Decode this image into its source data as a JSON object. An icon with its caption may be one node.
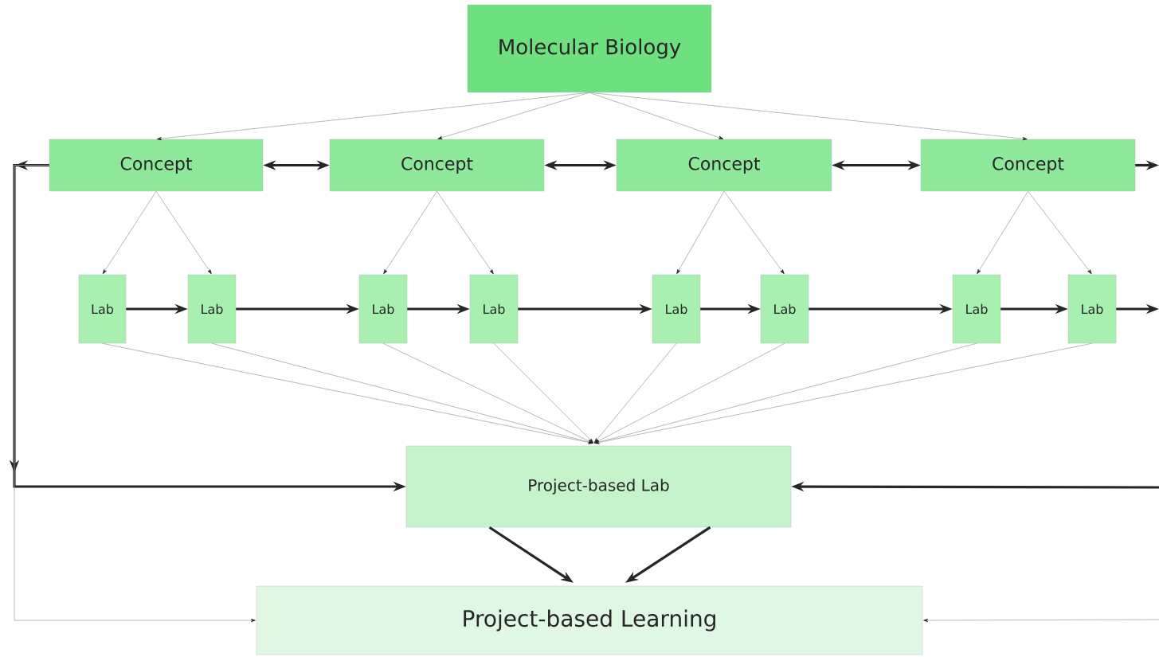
{
  "diagram": {
    "nodes": [
      {
        "text": [
          "Molecular Biology"
        ]
      },
      {
        "text": [
          "Concept"
        ]
      },
      {
        "text": [
          "Concept"
        ]
      },
      {
        "text": [
          "Concept"
        ]
      },
      {
        "text": [
          "Concept"
        ]
      },
      {
        "text": [
          "Lab"
        ]
      },
      {
        "text": [
          "Lab"
        ]
      },
      {
        "text": [
          "Lab"
        ]
      },
      {
        "text": [
          "Lab"
        ]
      },
      {
        "text": [
          "Lab"
        ]
      },
      {
        "text": [
          "Lab"
        ]
      },
      {
        "text": [
          "Lab"
        ]
      },
      {
        "text": [
          "Lab"
        ]
      },
      {
        "text": [
          "Project-based Lab"
        ]
      },
      {
        "text": [
          "Project-based Learning"
        ]
      }
    ],
    "edges": [
      {
        "from": 0,
        "to": 1,
        "arrow": "to"
      },
      {
        "from": 0,
        "to": 2,
        "arrow": "to"
      },
      {
        "from": 0,
        "to": 3,
        "arrow": "to"
      },
      {
        "from": 0,
        "to": 4,
        "arrow": "to"
      },
      {
        "from": 1,
        "to": 2,
        "arrow": "both",
        "style": "thick",
        "color": "#262626"
      },
      {
        "from": 2,
        "to": 3,
        "arrow": "both",
        "style": "thick",
        "color": "#262626"
      },
      {
        "from": 3,
        "to": 4,
        "arrow": "both",
        "style": "thick",
        "color": "#262626"
      },
      {
        "from": 4,
        "to": null,
        "arrow": "to",
        "style": "thick",
        "color": "#262626"
      },
      {
        "from": 1,
        "to": 5,
        "arrow": "to"
      },
      {
        "from": 1,
        "to": 6,
        "arrow": "to"
      },
      {
        "from": 2,
        "to": 7,
        "arrow": "to"
      },
      {
        "from": 2,
        "to": 8,
        "arrow": "to"
      },
      {
        "from": 3,
        "to": 9,
        "arrow": "to"
      },
      {
        "from": 3,
        "to": 10,
        "arrow": "to"
      },
      {
        "from": 4,
        "to": 11,
        "arrow": "to"
      },
      {
        "from": 4,
        "to": 12,
        "arrow": "to"
      },
      {
        "from": 5,
        "to": 6,
        "arrow": "to",
        "style": "thick",
        "color": "#262626"
      },
      {
        "from": 6,
        "to": 7,
        "arrow": "to",
        "style": "thick",
        "color": "#262626"
      },
      {
        "from": 7,
        "to": 8,
        "arrow": "to",
        "style": "thick",
        "color": "#262626"
      },
      {
        "from": 8,
        "to": 9,
        "arrow": "to",
        "style": "thick",
        "color": "#262626"
      },
      {
        "from": 9,
        "to": 10,
        "arrow": "to",
        "style": "thick",
        "color": "#262626"
      },
      {
        "from": 10,
        "to": 11,
        "arrow": "to",
        "style": "thick",
        "color": "#262626"
      },
      {
        "from": 11,
        "to": 12,
        "arrow": "to",
        "style": "thick",
        "color": "#262626"
      },
      {
        "from": 12,
        "to": null,
        "arrow": "to",
        "style": "thick",
        "color": "#262626"
      },
      {
        "from": 5,
        "to": 13,
        "arrow": "to"
      },
      {
        "from": 6,
        "to": 13,
        "arrow": "to"
      },
      {
        "from": 7,
        "to": 13,
        "arrow": "to"
      },
      {
        "from": 8,
        "to": 13,
        "arrow": "to"
      },
      {
        "from": 9,
        "to": 13,
        "arrow": "to"
      },
      {
        "from": 10,
        "to": 13,
        "arrow": "to"
      },
      {
        "from": 11,
        "to": 13,
        "arrow": "to"
      },
      {
        "from": 12,
        "to": 13,
        "arrow": "to"
      },
      {
        "from": 13,
        "to": 14,
        "arrow": "to",
        "style": "thick",
        "color": "#262626"
      },
      {
        "from": 13,
        "to": 14,
        "arrow": "to",
        "style": "thick",
        "color": "#262626"
      },
      {
        "from": 1,
        "to": 13,
        "arrow": "to",
        "style": "thick",
        "color": "#262626"
      },
      {
        "from": 1,
        "to": 14,
        "arrow": "to"
      },
      {
        "from": null,
        "to": 13,
        "arrow": "to",
        "style": "thick",
        "color": "#262626"
      },
      {
        "from": null,
        "to": 14,
        "arrow": "to"
      }
    ]
  }
}
